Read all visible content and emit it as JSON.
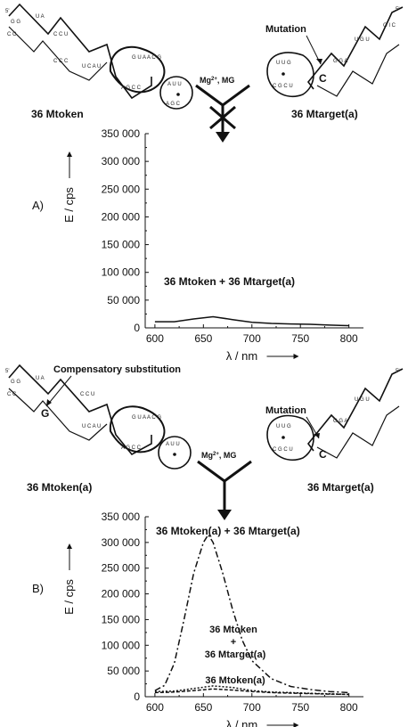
{
  "panel_a": {
    "label": "A)",
    "scheme": {
      "left_label": "36 Mtoken",
      "right_label": "36 Mtarget(a)",
      "conditions": "Mg2+, MG",
      "mutation_label": "Mutation",
      "mutation_base": "C"
    }
  },
  "panel_b": {
    "label": "B)",
    "scheme": {
      "left_label": "36 Mtoken(a)",
      "right_label": "36 Mtarget(a)",
      "conditions": "Mg2+, MG",
      "compensatory_label": "Compensatory substitution",
      "compensatory_base": "G",
      "mutation_label": "Mutation",
      "mutation_base": "C",
      "complex_label": "36 Mtoken(a) + 36 Mtarget(a)"
    }
  },
  "chart_data": [
    {
      "type": "line",
      "panel": "A",
      "xlabel": "λ / nm",
      "ylabel": "E / cps",
      "xlim": [
        590,
        815
      ],
      "ylim": [
        0,
        350000
      ],
      "xticks": [
        "600",
        "650",
        "700",
        "750",
        "800"
      ],
      "yticks": [
        "0",
        "50 000",
        "100 000",
        "150 000",
        "200 000",
        "250 000",
        "300 000",
        "350 000"
      ],
      "series": [
        {
          "name": "36 Mtoken + 36 Mtarget(a)",
          "style": "solid",
          "x": [
            600,
            620,
            640,
            660,
            680,
            700,
            720,
            740,
            760,
            780,
            800
          ],
          "y": [
            11000,
            11000,
            16000,
            20000,
            15000,
            10000,
            8000,
            7000,
            6500,
            5000,
            4000
          ]
        }
      ]
    },
    {
      "type": "line",
      "panel": "B",
      "xlabel": "λ / nm",
      "ylabel": "E / cps",
      "xlim": [
        590,
        815
      ],
      "ylim": [
        0,
        350000
      ],
      "xticks": [
        "600",
        "650",
        "700",
        "750",
        "800"
      ],
      "yticks": [
        "0",
        "50 000",
        "100 000",
        "150 000",
        "200 000",
        "250 000",
        "300 000",
        "350 000"
      ],
      "series": [
        {
          "name": "36 Mtoken(a) + 36 Mtarget(a)",
          "style": "dashdot",
          "x": [
            600,
            610,
            620,
            630,
            640,
            650,
            655,
            660,
            670,
            680,
            690,
            700,
            720,
            740,
            760,
            780,
            800
          ],
          "y": [
            12000,
            22000,
            65000,
            150000,
            240000,
            300000,
            315000,
            300000,
            240000,
            170000,
            110000,
            70000,
            35000,
            20000,
            14000,
            10000,
            8000
          ]
        },
        {
          "name": "36 Mtoken + 36 Mtarget(a)",
          "style": "dotted",
          "x": [
            600,
            620,
            640,
            660,
            680,
            700,
            720,
            740,
            760,
            780,
            800
          ],
          "y": [
            10000,
            11000,
            16000,
            21000,
            18000,
            12000,
            9000,
            8000,
            6500,
            5500,
            4500
          ]
        },
        {
          "name": "36 Mtoken(a)",
          "style": "dashed",
          "x": [
            600,
            620,
            640,
            660,
            680,
            700,
            720,
            740,
            760,
            780,
            800
          ],
          "y": [
            8000,
            9000,
            12000,
            15000,
            13000,
            10000,
            8000,
            7000,
            6000,
            5000,
            4500
          ]
        }
      ],
      "annotations": [
        "36 Mtoken",
        "+",
        "36 Mtarget(a)",
        "36 Mtoken(a)"
      ]
    }
  ]
}
